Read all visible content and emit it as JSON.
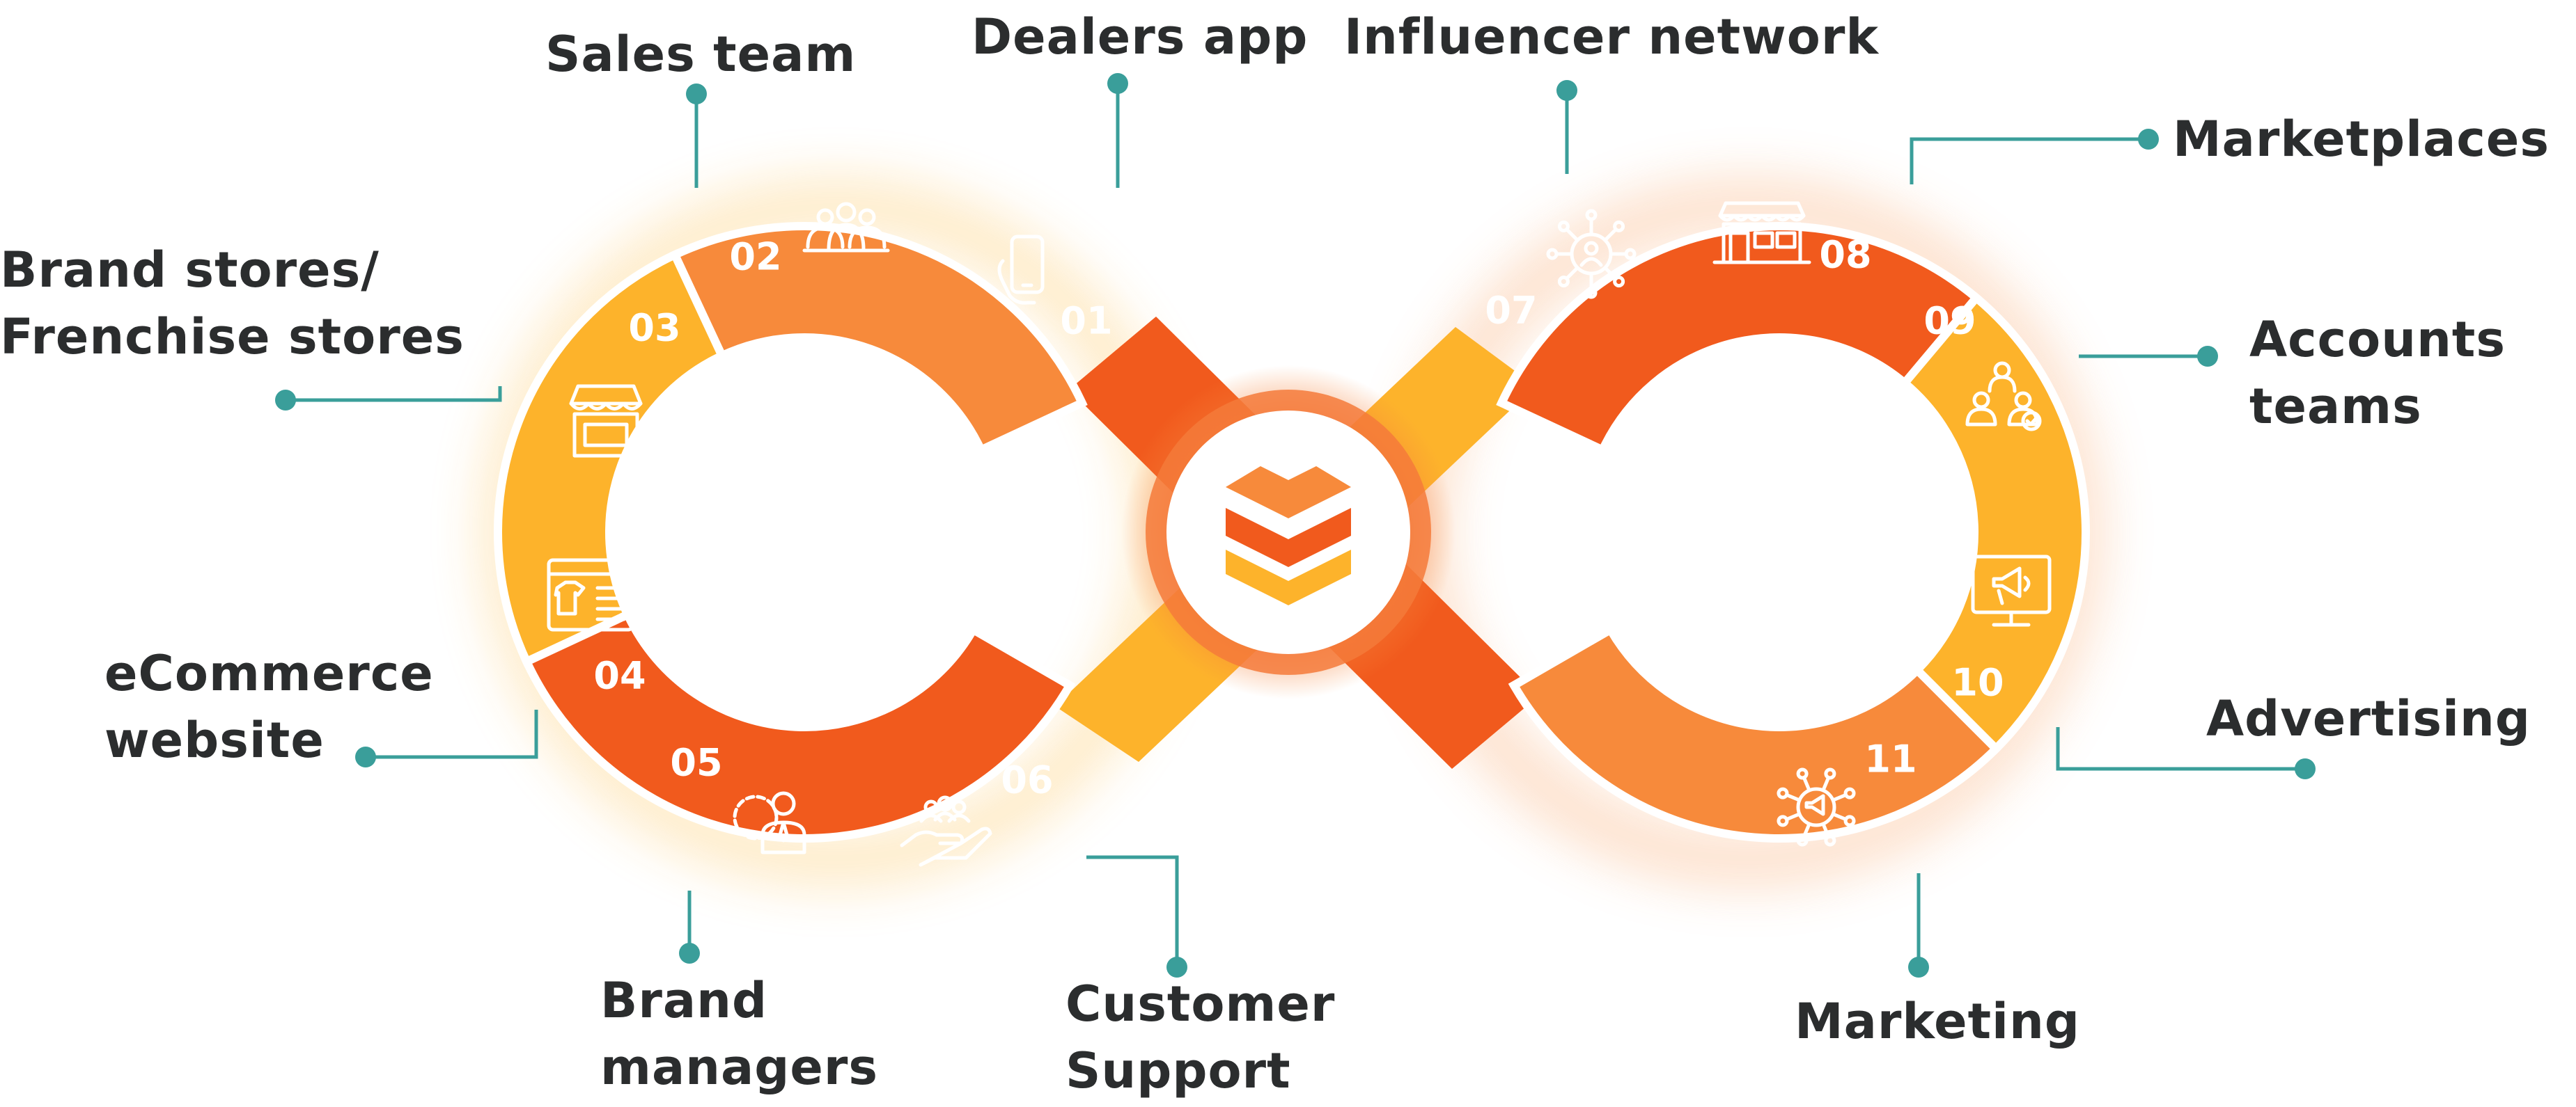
{
  "colors": {
    "dark_orange": "#F15A1D",
    "mid_orange": "#F78A3B",
    "yellow": "#FDB32B",
    "teal": "#3A9E9A",
    "text": "#2B2D2E"
  },
  "center_logo": {
    "icon": "stacked-layers-logo-icon"
  },
  "segments": [
    {
      "num": "01",
      "icon": "smartphone-tap-icon"
    },
    {
      "num": "02",
      "icon": "team-group-icon"
    },
    {
      "num": "03",
      "icon": "storefront-icon"
    },
    {
      "num": "04",
      "icon": "ecommerce-browser-shirt-icon"
    },
    {
      "num": "05",
      "icon": "manager-gear-icon"
    },
    {
      "num": "06",
      "icon": "hand-support-people-icon"
    },
    {
      "num": "07",
      "icon": "influencer-network-icon"
    },
    {
      "num": "08",
      "icon": "marketplace-shops-icon"
    },
    {
      "num": "09",
      "icon": "accounts-team-check-icon"
    },
    {
      "num": "10",
      "icon": "monitor-megaphone-icon"
    },
    {
      "num": "11",
      "icon": "megaphone-network-icon"
    }
  ],
  "labels": {
    "sales_team": [
      "Sales team"
    ],
    "dealers_app": [
      "Dealers app"
    ],
    "influencer_network": [
      "Influencer network"
    ],
    "marketplaces": [
      "Marketplaces"
    ],
    "brand_stores": [
      "Brand stores/",
      "Frenchise stores"
    ],
    "accounts_teams": [
      "Accounts",
      "teams"
    ],
    "ecommerce_website": [
      "eCommerce",
      "website"
    ],
    "advertising": [
      "Advertising"
    ],
    "brand_managers": [
      "Brand",
      "managers"
    ],
    "customer_support": [
      "Customer",
      "Support"
    ],
    "marketing": [
      "Marketing"
    ]
  }
}
